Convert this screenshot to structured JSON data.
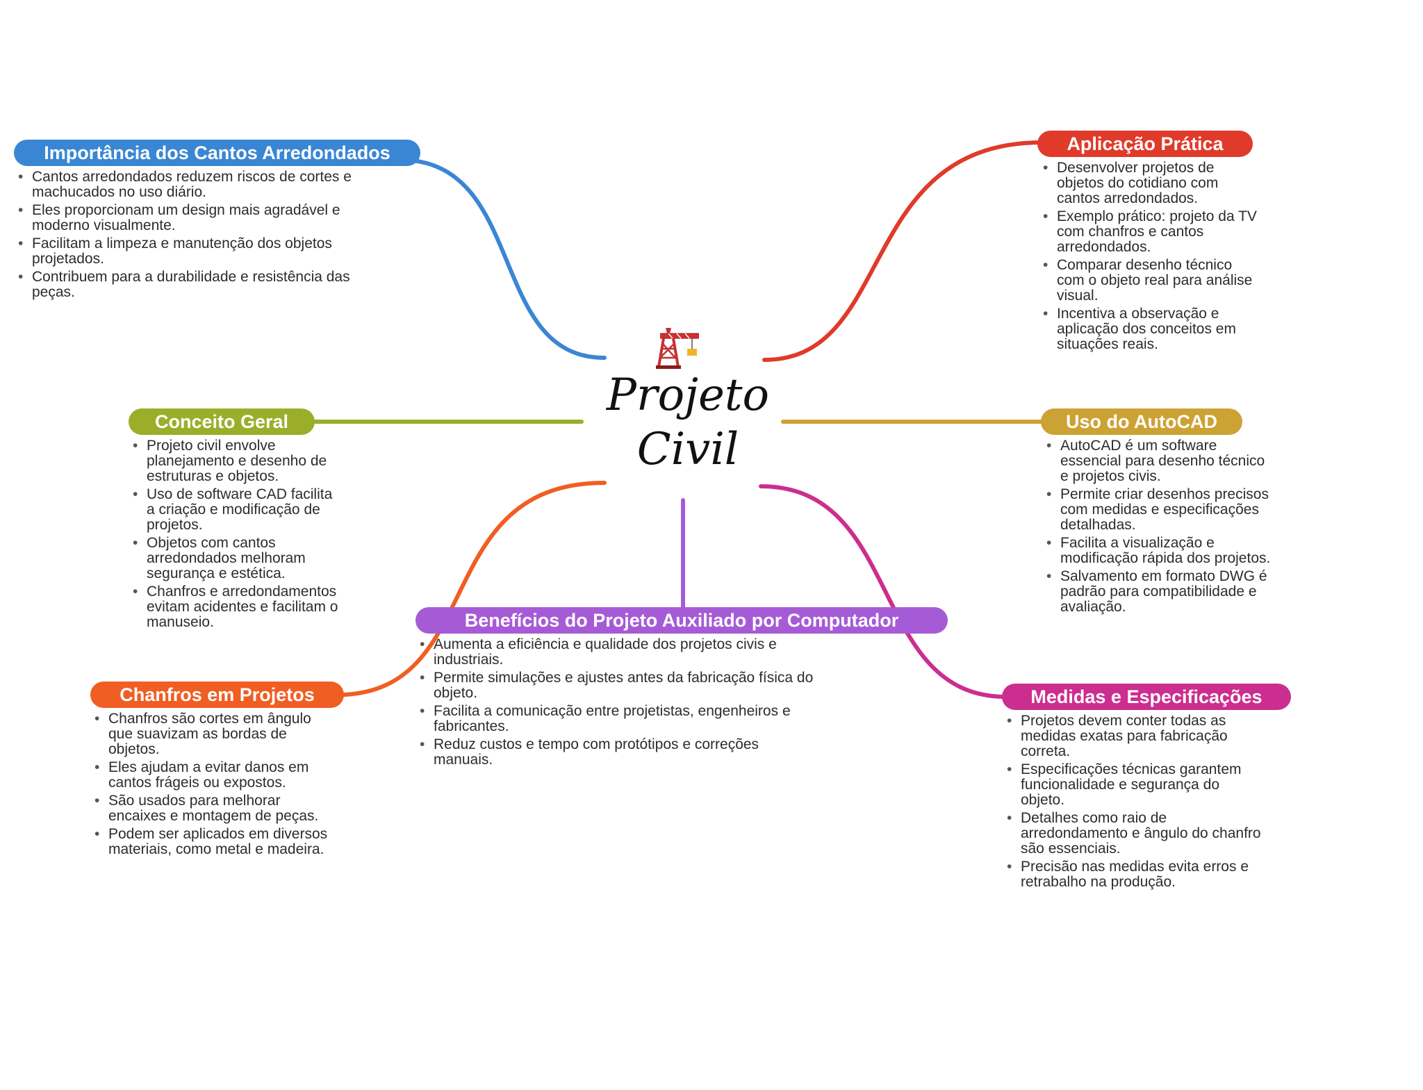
{
  "center": {
    "title": "Projeto Civil",
    "icon": "crane-icon"
  },
  "branches": {
    "importancia": {
      "title": "Importância dos Cantos Arredondados",
      "color": "#3a86d4",
      "bullets": [
        "Cantos arredondados reduzem riscos de cortes e machucados no uso diário.",
        "Eles proporcionam um design mais agradável e moderno visualmente.",
        "Facilitam a limpeza e manutenção dos objetos projetados.",
        "Contribuem para a durabilidade e resistência das peças."
      ]
    },
    "aplicacao": {
      "title": "Aplicação Prática",
      "color": "#e03a2a",
      "bullets": [
        "Desenvolver projetos de objetos do cotidiano com cantos arredondados.",
        "Exemplo prático: projeto da TV com chanfros e cantos arredondados.",
        "Comparar desenho técnico com o objeto real para análise visual.",
        "Incentiva a observação e aplicação dos conceitos em situações reais."
      ]
    },
    "conceito": {
      "title": "Conceito Geral",
      "color": "#9aae2a",
      "bullets": [
        "Projeto civil envolve planejamento e desenho de estruturas e objetos.",
        "Uso de software CAD facilita a criação e modificação de projetos.",
        "Objetos com cantos arredondados melhoram segurança e estética.",
        "Chanfros e arredondamentos evitam acidentes e facilitam o manuseio."
      ]
    },
    "autocad": {
      "title": "Uso do AutoCAD",
      "color": "#cda234",
      "bullets": [
        "AutoCAD é um software essencial para desenho técnico e projetos civis.",
        "Permite criar desenhos precisos com medidas e especificações detalhadas.",
        "Facilita a visualização e modificação rápida dos projetos.",
        "Salvamento em formato DWG é padrão para compatibilidade e avaliação."
      ]
    },
    "beneficios": {
      "title": "Benefícios do Projeto Auxiliado por Computador",
      "color": "#a55bd6",
      "bullets": [
        "Aumenta a eficiência e qualidade dos projetos civis e industriais.",
        "Permite simulações e ajustes antes da fabricação física do objeto.",
        "Facilita a comunicação entre projetistas, engenheiros e fabricantes.",
        "Reduz custos e tempo com protótipos e correções manuais."
      ]
    },
    "chanfros": {
      "title": "Chanfros em Projetos",
      "color": "#f05e23",
      "bullets": [
        "Chanfros são cortes em ângulo que suavizam as bordas de objetos.",
        "Eles ajudam a evitar danos em cantos frágeis ou expostos.",
        "São usados para melhorar encaixes e montagem de peças.",
        "Podem ser aplicados em diversos materiais, como metal e madeira."
      ]
    },
    "medidas": {
      "title": "Medidas e Especificações",
      "color": "#cc2e8f",
      "bullets": [
        "Projetos devem conter todas as medidas exatas para fabricação correta.",
        "Especificações técnicas garantem funcionalidade e segurança do objeto.",
        "Detalhes como raio de arredondamento e ângulo do chanfro são essenciais.",
        "Precisão nas medidas evita erros e retrabalho na produção."
      ]
    }
  }
}
